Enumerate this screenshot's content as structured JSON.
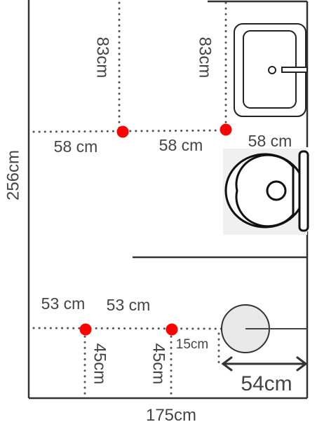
{
  "plan": {
    "width_label": "175cm",
    "height_label": "256cm",
    "colors": {
      "wall": "#333333",
      "dot": "#ff0000",
      "text": "#444444",
      "fixture_bg": "#f0f0f0",
      "drain_fill": "#e8e8e8"
    }
  },
  "dimensions": {
    "upper_left_vertical": "83cm",
    "upper_right_vertical": "83cm",
    "upper_left_horizontal": "58 cm",
    "upper_middle_horizontal": "58 cm",
    "upper_right_horizontal": "58 cm",
    "lower_left_horizontal": "53 cm",
    "lower_middle_horizontal": "53 cm",
    "lower_left_vertical": "45cm",
    "lower_right_vertical": "45cm",
    "drain_gap": "15cm",
    "drain_width": "54cm"
  },
  "fixtures": {
    "sink_icon": "sink-icon",
    "toilet_icon": "toilet-icon",
    "shower_drain_icon": "shower-drain-icon"
  }
}
